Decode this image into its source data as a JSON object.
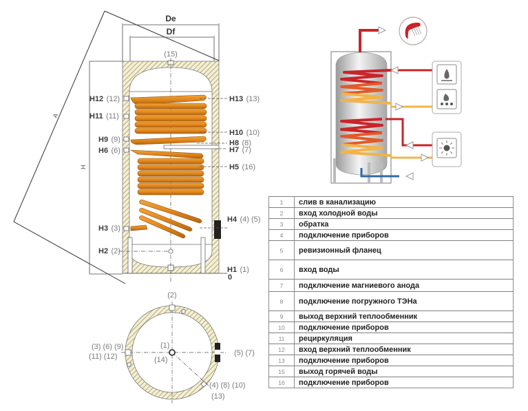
{
  "diagram": {
    "title": "Схема бойлера с двумя теплообменниками",
    "dimensions": {
      "outer_diameter": "De",
      "inner_diameter": "Df",
      "height": "H",
      "diagonal": "A",
      "zero": "0"
    },
    "top_outlet": "(15)",
    "left_connections": [
      {
        "code": "H12",
        "ref": "(12)"
      },
      {
        "code": "H11",
        "ref": "(11)"
      },
      {
        "code": "H9",
        "ref": "(9)"
      },
      {
        "code": "H6",
        "ref": "(6)"
      },
      {
        "code": "H3",
        "ref": "(3)"
      },
      {
        "code": "H2",
        "ref": "(2)"
      }
    ],
    "right_connections": [
      {
        "code": "H13",
        "ref": "(13)"
      },
      {
        "code": "H10",
        "ref": "(10)"
      },
      {
        "code": "H8",
        "ref": "(8)"
      },
      {
        "code": "H7",
        "ref": "(7)"
      },
      {
        "code": "H5",
        "ref": "(16)"
      },
      {
        "code": "H4",
        "ref": "(4) (5)"
      },
      {
        "code": "H1",
        "ref": "(1)"
      }
    ],
    "plan_view": {
      "top": "(2)",
      "left_line1": "(3) (6) (9)",
      "left_line2": "(11) (12)",
      "center_top": "(1)",
      "center_bottom": "(14)",
      "right": "(5) (7)",
      "diag_line1": "(4) (8) (10)",
      "diag_line2": "(13)"
    },
    "colors": {
      "coil": "#e08a1e",
      "coil_dark": "#a85a0c",
      "hatch": "#f3eccb",
      "hot": "#c8242a",
      "warm": "#f2b348",
      "cold": "#2e6aa8",
      "tank": "#cfcfcf"
    }
  },
  "scheme_icons": [
    "shower-icon",
    "gas-burner-icon",
    "solid-fuel-icon",
    "solar-sun-icon"
  ],
  "legend": {
    "rows": [
      {
        "num": "1",
        "text": "слив в канализацию"
      },
      {
        "num": "2",
        "text": "вход холодной воды"
      },
      {
        "num": "3",
        "text": "обратка"
      },
      {
        "num": "4",
        "text": "подключение приборов"
      },
      {
        "num": "5",
        "text": "ревизионный фланец"
      },
      {
        "num": "6",
        "text": "вход воды"
      },
      {
        "num": "7",
        "text": "подключение магниевого анода"
      },
      {
        "num": "8",
        "text": "подключение погружного ТЭНа"
      },
      {
        "num": "9",
        "text": "выход верхний теплообменник"
      },
      {
        "num": "10",
        "text": "подключение приборов"
      },
      {
        "num": "11",
        "text": "рециркуляция"
      },
      {
        "num": "12",
        "text": "вход верхний теплообменник"
      },
      {
        "num": "13",
        "text": "подключение приборов"
      },
      {
        "num": "15",
        "text": "выход горячей воды"
      },
      {
        "num": "16",
        "text": "подключение приборов"
      }
    ]
  }
}
